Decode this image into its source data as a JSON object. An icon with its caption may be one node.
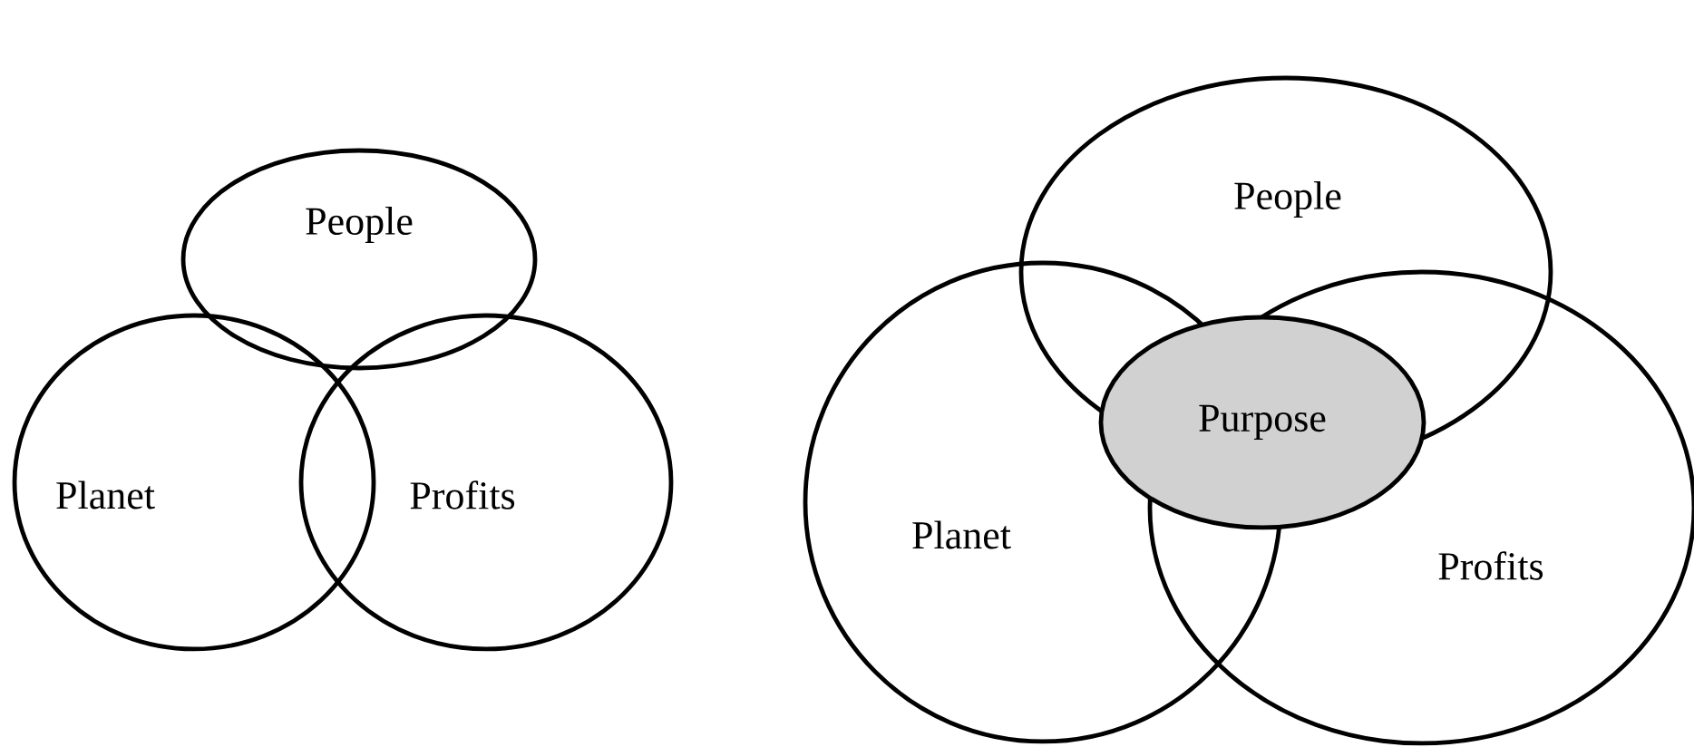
{
  "diagram": {
    "nodes": [
      {
        "text": [
          "People"
        ]
      },
      {
        "text": [
          "Planet"
        ]
      },
      {
        "text": [
          "Profits"
        ]
      },
      {
        "text": [
          "People"
        ]
      },
      {
        "text": [
          "Planet"
        ]
      },
      {
        "text": [
          "Profits"
        ]
      },
      {
        "text": [
          "Purpose"
        ]
      }
    ]
  }
}
